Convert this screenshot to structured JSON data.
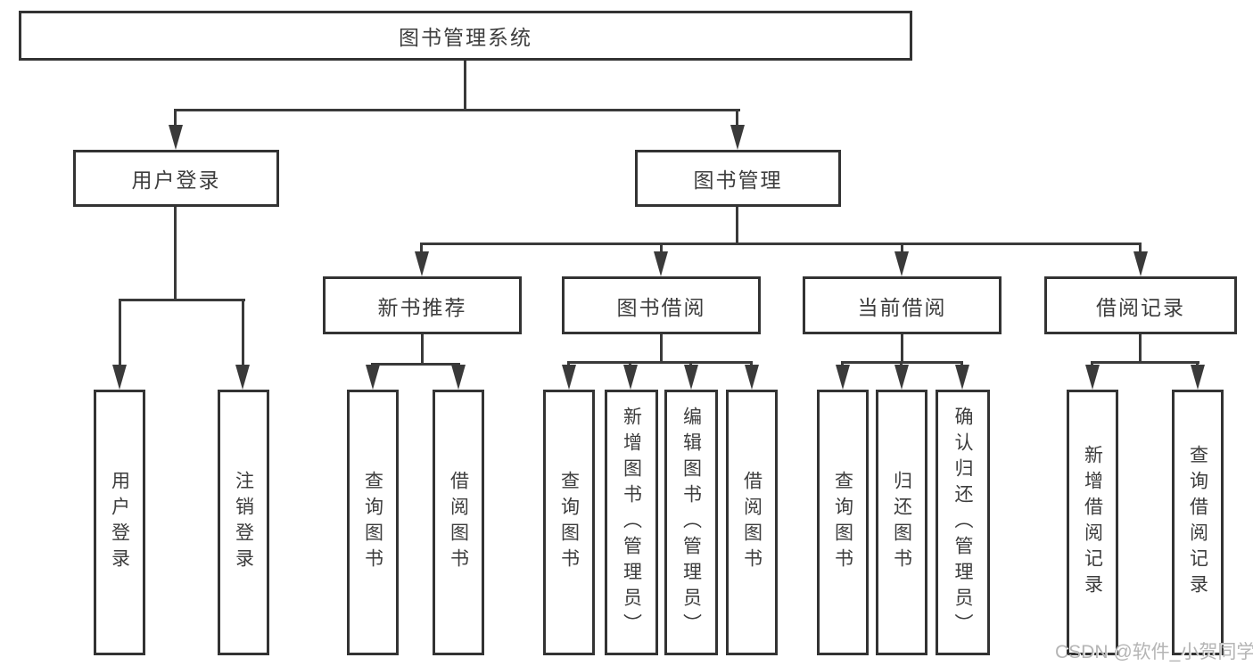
{
  "diagram": {
    "root": {
      "label": "图书管理系统"
    },
    "level1": [
      {
        "label": "用户登录"
      },
      {
        "label": "图书管理"
      }
    ],
    "level2": [
      {
        "label": "新书推荐",
        "parent": "图书管理"
      },
      {
        "label": "图书借阅",
        "parent": "图书管理"
      },
      {
        "label": "当前借阅",
        "parent": "图书管理"
      },
      {
        "label": "借阅记录",
        "parent": "图书管理"
      }
    ],
    "leaves": [
      {
        "label": "用户登录",
        "parent": "用户登录"
      },
      {
        "label": "注销登录",
        "parent": "用户登录"
      },
      {
        "label": "查询图书",
        "parent": "新书推荐"
      },
      {
        "label": "借阅图书",
        "parent": "新书推荐"
      },
      {
        "label": "查询图书",
        "parent": "图书借阅"
      },
      {
        "label": "新增图书（管理员）",
        "parent": "图书借阅"
      },
      {
        "label": "编辑图书（管理员）",
        "parent": "图书借阅"
      },
      {
        "label": "借阅图书",
        "parent": "图书借阅"
      },
      {
        "label": "查询图书",
        "parent": "当前借阅"
      },
      {
        "label": "归还图书",
        "parent": "当前借阅"
      },
      {
        "label": "确认归还（管理员）",
        "parent": "当前借阅"
      },
      {
        "label": "新增借阅记录",
        "parent": "借阅记录"
      },
      {
        "label": "查询借阅记录",
        "parent": "借阅记录"
      }
    ]
  },
  "watermark": {
    "text": "CSDN @软件_小贺同学"
  },
  "colors": {
    "line": "#3a3a3a",
    "border": "#333333",
    "text": "#3d3d3d",
    "background": "#ffffff",
    "watermark": "#b5b5b5"
  }
}
